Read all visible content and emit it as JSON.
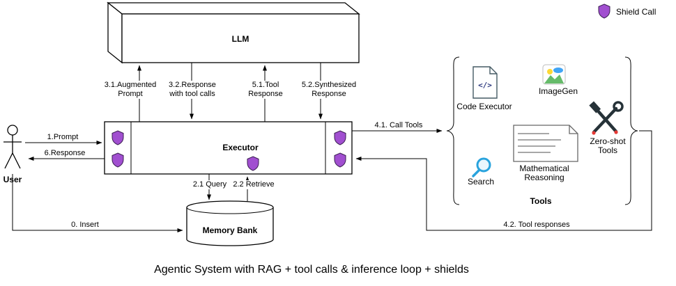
{
  "title": "Agentic System with RAG + tool calls & inference loop + shields",
  "legend": {
    "shield_label": "Shield Call"
  },
  "colors": {
    "shield": "#a14fd0",
    "search_blue": "#29a3dd",
    "code_glyph_color": "#2c387e",
    "tool_dark": "#263238",
    "tool_red": "#e53935"
  },
  "nodes": {
    "llm": {
      "label": "LLM"
    },
    "executor": {
      "label": "Executor"
    },
    "memory_bank": {
      "label": "Memory Bank"
    },
    "user": {
      "label": "User"
    },
    "tools_group": {
      "label": "Tools"
    }
  },
  "tools": {
    "code_executor": {
      "label": "Code Executor",
      "glyph": "</>"
    },
    "imagegen": {
      "label": "ImageGen"
    },
    "search": {
      "label": "Search"
    },
    "math_reasoning": {
      "label": "Mathematical\nReasoning"
    },
    "zero_shot": {
      "label": "Zero-shot\nTools"
    }
  },
  "edges": {
    "insert": {
      "label": "0. Insert"
    },
    "prompt": {
      "label": "1.Prompt"
    },
    "query": {
      "label": "2.1 Query"
    },
    "retrieve": {
      "label": "2.2 Retrieve"
    },
    "augmented_prompt": {
      "label": "3.1.Augmented\nPrompt"
    },
    "response_tool_calls": {
      "label": "3.2.Response\nwith tool calls"
    },
    "call_tools": {
      "label": "4.1. Call Tools"
    },
    "tool_responses": {
      "label": "4.2. Tool responses"
    },
    "tool_response": {
      "label": "5.1.Tool\nResponse"
    },
    "synthesized_response": {
      "label": "5.2.Synthesized\nResponse"
    },
    "user_response": {
      "label": "6.Response"
    }
  }
}
